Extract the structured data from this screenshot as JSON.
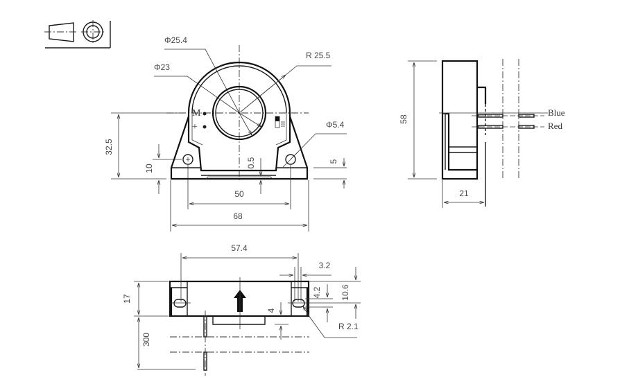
{
  "projection_symbol": {
    "name": "first-angle-projection"
  },
  "front_view": {
    "labels": {
      "inner_diameter": "Φ25.4",
      "aperture_diameter": "Φ23",
      "outer_radius": "R 25.5",
      "mount_hole": "Φ5.4",
      "center_height": "32.5",
      "hole_height": "10",
      "gap": "0.5",
      "foot_height": "5",
      "hole_spacing": "50",
      "overall_width": "68"
    },
    "markings": {
      "m": "M",
      "plus": "+"
    }
  },
  "side_view": {
    "labels": {
      "height": "58",
      "depth": "21"
    },
    "wires": [
      {
        "label": "Blue",
        "color": "#1a1a1a"
      },
      {
        "label": "Red",
        "color": "#1a1a1a"
      }
    ]
  },
  "bottom_view": {
    "labels": {
      "slot_spacing": "57.4",
      "slot_width": "3.2",
      "slot_height": "4.2",
      "slot_offset": "10.6",
      "body_height": "17",
      "step": "4",
      "slot_radius": "R 2.1",
      "lead_length": "300"
    }
  }
}
